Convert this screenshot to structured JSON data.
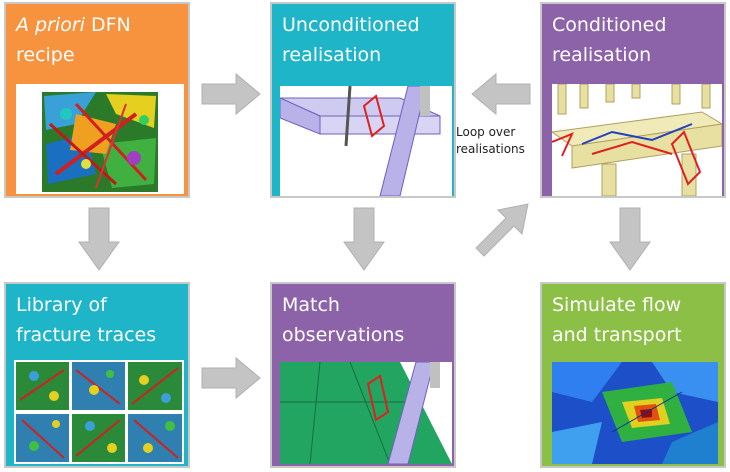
{
  "colors": {
    "orange": "#f7933e",
    "teal": "#1fb5c8",
    "purple": "#8c62a8",
    "green": "#8cbf45",
    "arrow": "#c4c4c4"
  },
  "boxes": {
    "apriori": {
      "title_italic": "A priori",
      "title_rest": " DFN",
      "title_line2": "recipe"
    },
    "unconditioned": {
      "title_line1": "Unconditioned",
      "title_line2": "realisation"
    },
    "conditioned": {
      "title_line1": "Conditioned",
      "title_line2": "realisation"
    },
    "library": {
      "title_line1": "Library of",
      "title_line2": "fracture traces"
    },
    "match": {
      "title_line1": "Match",
      "title_line2": "observations"
    },
    "simulate": {
      "title_line1": "Simulate flow",
      "title_line2": "and transport"
    }
  },
  "loop_label": {
    "line1": "Loop over",
    "line2": "realisations"
  }
}
